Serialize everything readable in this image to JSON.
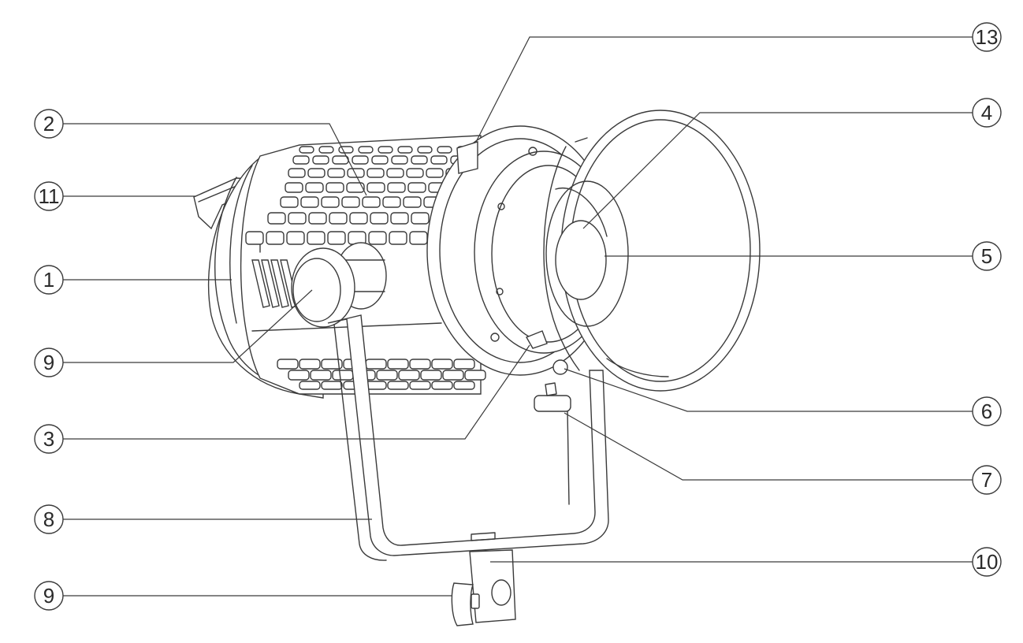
{
  "callouts": [
    {
      "id": "power-button",
      "label": "1"
    },
    {
      "id": "vent-holes",
      "label": "2"
    },
    {
      "id": "bowens-mount-lock",
      "label": "3"
    },
    {
      "id": "reflector",
      "label": "4"
    },
    {
      "id": "lens",
      "label": "5"
    },
    {
      "id": "umbrella-hole",
      "label": "6"
    },
    {
      "id": "bracket-lock-lever",
      "label": "7"
    },
    {
      "id": "yoke-bracket",
      "label": "8"
    },
    {
      "id": "tilt-knob",
      "label": "9"
    },
    {
      "id": "stand-mount",
      "label": "10"
    },
    {
      "id": "handle",
      "label": "11"
    },
    {
      "id": "stand-knob",
      "label": "9"
    },
    {
      "id": "mount-release",
      "label": "13"
    }
  ],
  "colors": {
    "line": "#3a3a3a",
    "text": "#2a2a2a",
    "background": "#ffffff"
  }
}
